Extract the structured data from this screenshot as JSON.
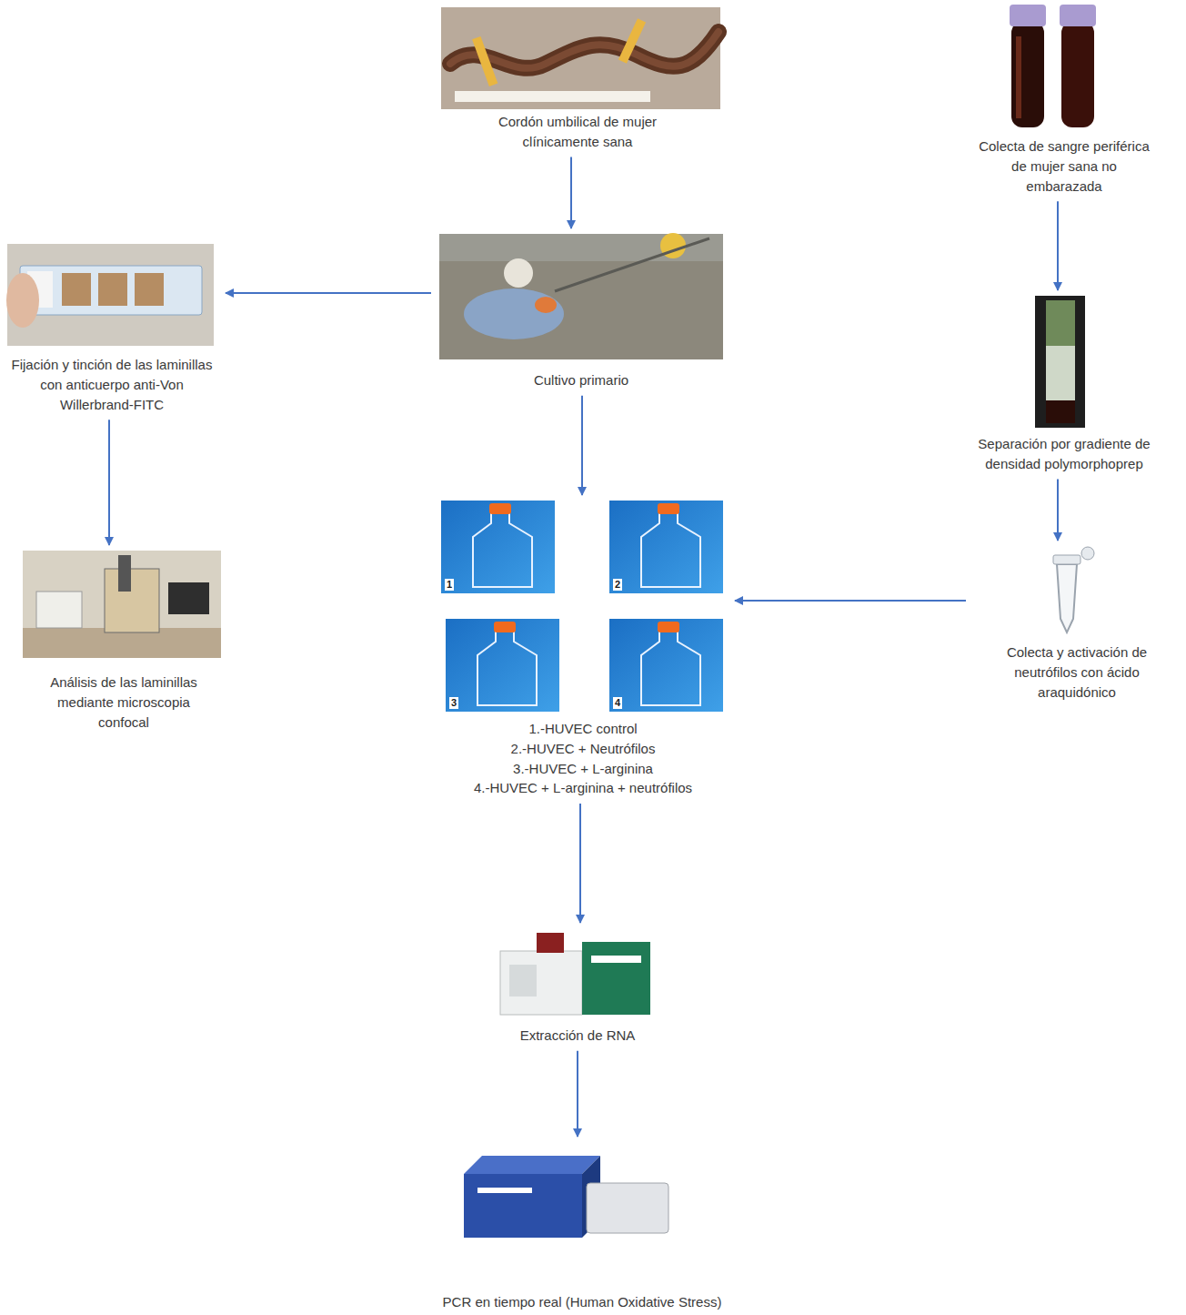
{
  "diagram": {
    "nodes": [
      {
        "text": [
          "Cordón umbilical de mujer clínicamente sana"
        ]
      },
      {
        "text": [
          "Colecta de sangre periférica de mujer sana no embarazada"
        ]
      },
      {
        "text": [
          "Fijación y tinción de las laminillas con anticuerpo anti-Von Willerbrand-FITC"
        ]
      },
      {
        "text": [
          "Cultivo primario"
        ]
      },
      {
        "text": [
          "Separación por gradiente de densidad polymorphoprep"
        ]
      },
      {
        "text": [
          "Análisis de las laminillas mediante microscopia confocal"
        ]
      },
      {
        "text": [
          "1.-HUVEC control",
          "2.-HUVEC + Neutrófilos",
          "3.-HUVEC + L-arginina",
          "4.-HUVEC + L-arginina + neutrófilos"
        ]
      },
      {
        "text": [
          "Colecta y activación de neutrófilos con ácido araquidónico"
        ]
      },
      {
        "text": [
          "Extracción de RNA"
        ]
      },
      {
        "text": [
          "PCR en tiempo real (Human Oxidative Stress)"
        ]
      }
    ],
    "edges": [
      {
        "from": 0,
        "to": 3,
        "arrow": "to"
      },
      {
        "from": 3,
        "to": 2,
        "arrow": "to"
      },
      {
        "from": 2,
        "to": 5,
        "arrow": "to"
      },
      {
        "from": 3,
        "to": 6,
        "arrow": "to"
      },
      {
        "from": 1,
        "to": 4,
        "arrow": "to"
      },
      {
        "from": 4,
        "to": 7,
        "arrow": "to"
      },
      {
        "from": 7,
        "to": 6,
        "arrow": "to"
      },
      {
        "from": 6,
        "to": 8,
        "arrow": "to"
      },
      {
        "from": 8,
        "to": 9,
        "arrow": "to"
      }
    ],
    "labels": [
      "1",
      "2",
      "3",
      "4"
    ]
  }
}
